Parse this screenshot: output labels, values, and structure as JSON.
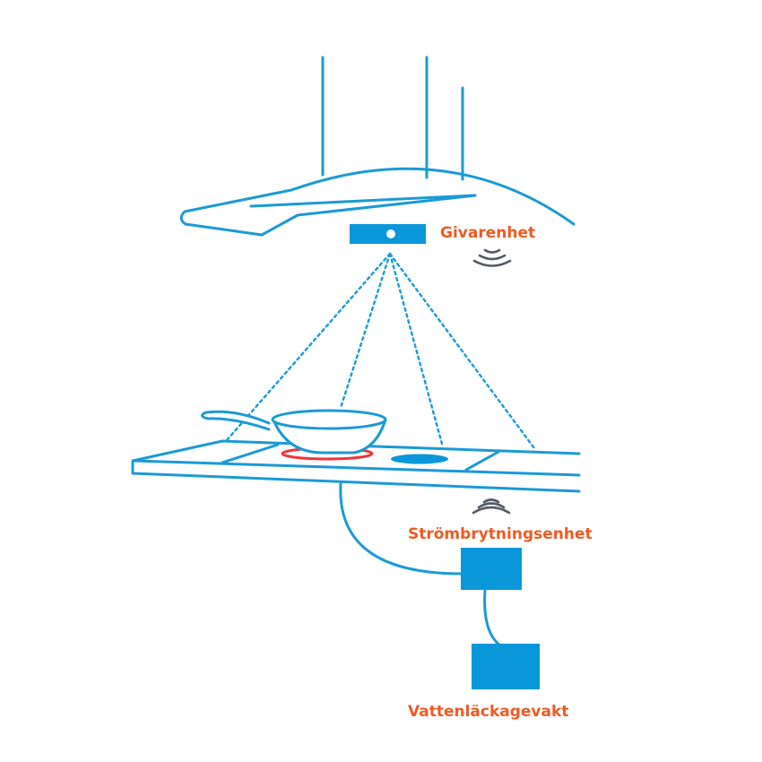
{
  "labels": {
    "sensor": "Givarenhet",
    "switch": "Strömbrytningsenhet",
    "leak": "Vattenläckagevakt"
  },
  "colors": {
    "line": "#1a9ad6",
    "box": "#0a97d9",
    "label": "#f05a22",
    "wireless": "#555a66",
    "burner_hot": "#f0343c",
    "background": "#ffffff"
  },
  "icons": {
    "sensor_wifi": "wifi-signal-icon",
    "switch_wifi": "wifi-signal-icon"
  }
}
